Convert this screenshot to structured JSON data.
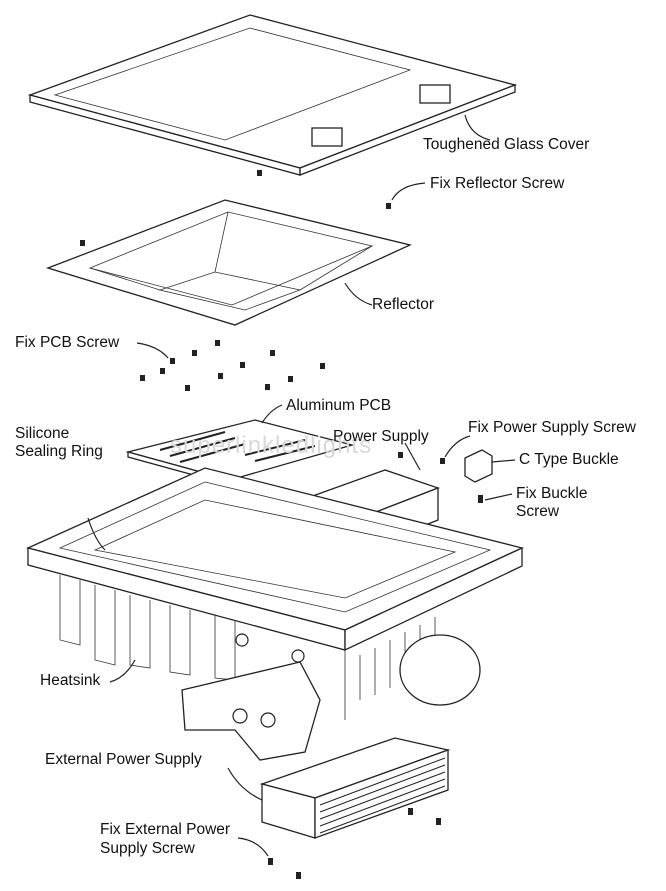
{
  "labels": {
    "glass_cover": "Toughened Glass Cover",
    "fix_reflector_screw": "Fix Reflector Screw",
    "reflector": "Reflector",
    "fix_pcb_screw": "Fix PCB Screw",
    "aluminum_pcb": "Aluminum PCB",
    "silicone_line1": "Silicone",
    "silicone_line2": "Sealing Ring",
    "power_supply": "Power Supply",
    "fix_power_supply_screw": "Fix Power Supply Screw",
    "c_type_buckle": "C Type Buckle",
    "fix_buckle_line1": "Fix Buckle",
    "fix_buckle_line2": "Screw",
    "heatsink": "Heatsink",
    "external_power_supply": "External Power Supply",
    "fix_ext_line1": "Fix External Power",
    "fix_ext_line2": "Supply Screw"
  },
  "watermark": "superlinkledlights",
  "colors": {
    "line": "#222222",
    "label": "#111111",
    "watermark": "#d8d8d8"
  }
}
